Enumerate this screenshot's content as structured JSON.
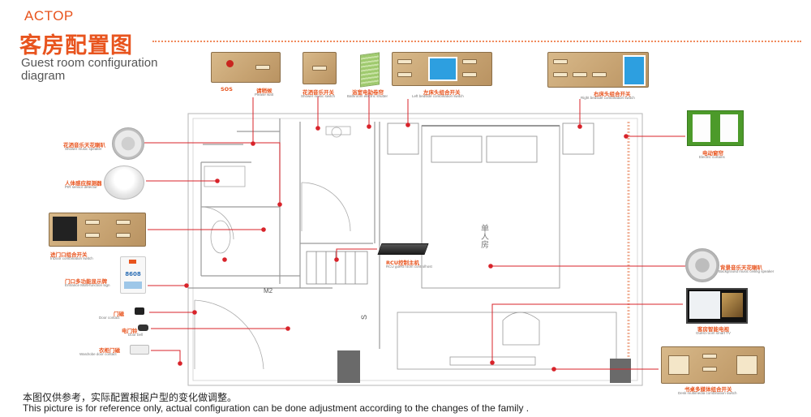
{
  "header": {
    "brand": "ACTOP",
    "title_cn": "客房配置图",
    "title_en_line1": "Guest room configuration",
    "title_en_line2": "diagram"
  },
  "devices": {
    "sos": {
      "label_cn": "SOS"
    },
    "please_wait": {
      "label_cn": "请稍候",
      "label_en": "Please wait"
    },
    "shower_music_switch": {
      "label_cn": "花洒音乐开关",
      "label_en": "Shower music switch"
    },
    "bathroom_shutter": {
      "label_cn": "浴室电动卷帘",
      "label_en": "Bathroom electric shutter"
    },
    "left_bedside": {
      "label_cn": "左床头组合开关",
      "label_en": "Left bedside combination switch"
    },
    "right_bedside": {
      "label_cn": "右床头组合开关",
      "label_en": "Right bedside combination switch"
    },
    "electric_curtains": {
      "label_cn": "电动窗帘",
      "label_en": "Electric curtains"
    },
    "shower_speaker": {
      "label_cn": "花洒音乐天花喇叭",
      "label_en": "Shower music speaker"
    },
    "pir_detector": {
      "label_cn": "人体感应探测器",
      "label_en": "PIR sensor detector"
    },
    "indoor_switch": {
      "label_cn": "进门口组合开关",
      "label_en": "InDoor combination switch"
    },
    "entrance_sign": {
      "label_cn": "门口多功能显示牌",
      "label_en": "Entrance Multi-function sign",
      "number": "8608"
    },
    "door_contact": {
      "label_cn": "门磁",
      "label_en": "Door contact"
    },
    "doorbell": {
      "label_cn": "电门铃",
      "label_en": "Door bell"
    },
    "wardrobe_contact": {
      "label_cn": "衣柜门磁",
      "label_en": "Wardrobe door contact"
    },
    "rcu": {
      "label_cn": "RCU控制主机",
      "label_en": "RCU guest room controlhost"
    },
    "bg_speaker": {
      "label_cn": "背景音乐天花喇叭",
      "label_en": "Background music ceiling speaker"
    },
    "smart_tv": {
      "label_cn": "客房智能电视",
      "label_en": "Guest room smart TV"
    },
    "desk_switch": {
      "label_cn": "书桌多媒体组合开关",
      "label_en": "Desk multimedia combination switch"
    }
  },
  "plan": {
    "room_label": "单人房",
    "door_label": "M2",
    "s_label": "S"
  },
  "footer": {
    "note_cn": "本图仅供参考，实际配置根据户型的变化做调整。",
    "note_en": "This picture is for reference only, actual configuration can be done adjustment according to the changes of the family ."
  },
  "colors": {
    "accent": "#e8541e",
    "leader": "#d8232a",
    "panel": "#c6a271",
    "curtain": "#4c9a2a"
  }
}
